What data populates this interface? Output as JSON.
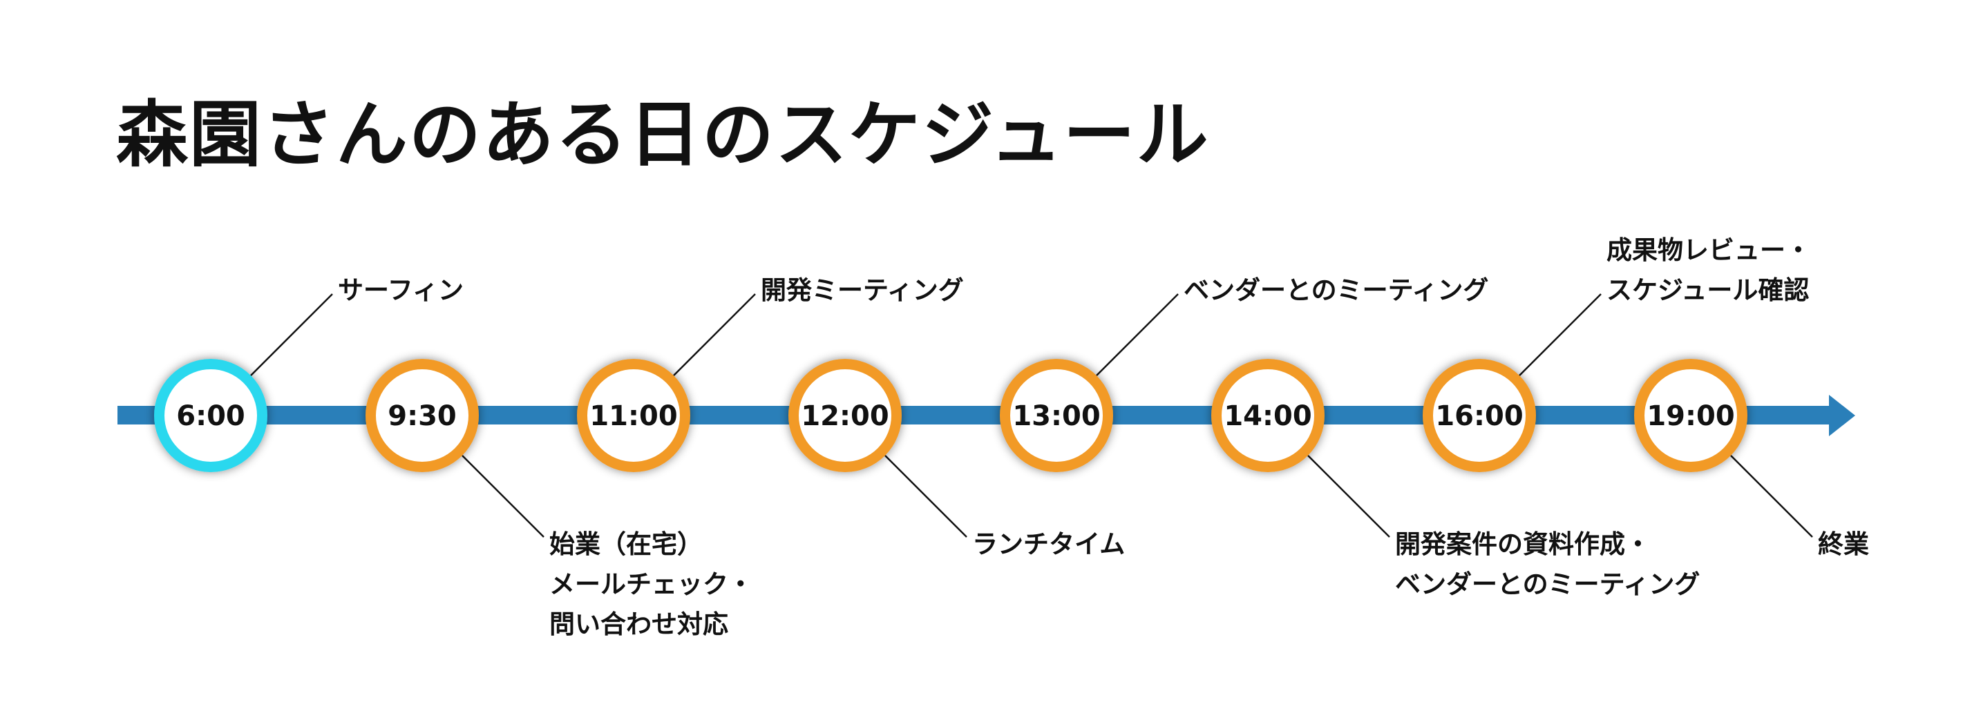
{
  "title": "森園さんのある日のスケジュール",
  "colors": {
    "timeline_bar": "#2a7fb9",
    "first_ring": "#29d8ee",
    "ring": "#f29a27",
    "connector": "#111111"
  },
  "events": [
    {
      "time": "6:00",
      "label_lines": [
        "サーフィン"
      ],
      "label_side": "above",
      "highlight": true
    },
    {
      "time": "9:30",
      "label_lines": [
        "始業（在宅）",
        "メールチェック・",
        "問い合わせ対応"
      ],
      "label_side": "below",
      "highlight": false
    },
    {
      "time": "11:00",
      "label_lines": [
        "開発ミーティング"
      ],
      "label_side": "above",
      "highlight": false
    },
    {
      "time": "12:00",
      "label_lines": [
        "ランチタイム"
      ],
      "label_side": "below",
      "highlight": false
    },
    {
      "time": "13:00",
      "label_lines": [
        "ベンダーとのミーティング"
      ],
      "label_side": "above",
      "highlight": false
    },
    {
      "time": "14:00",
      "label_lines": [
        "開発案件の資料作成・",
        "ベンダーとのミーティング"
      ],
      "label_side": "below",
      "highlight": false
    },
    {
      "time": "16:00",
      "label_lines": [
        "成果物レビュー・",
        "スケジュール確認"
      ],
      "label_side": "above",
      "highlight": false
    },
    {
      "time": "19:00",
      "label_lines": [
        "終業"
      ],
      "label_side": "below",
      "highlight": false
    }
  ]
}
